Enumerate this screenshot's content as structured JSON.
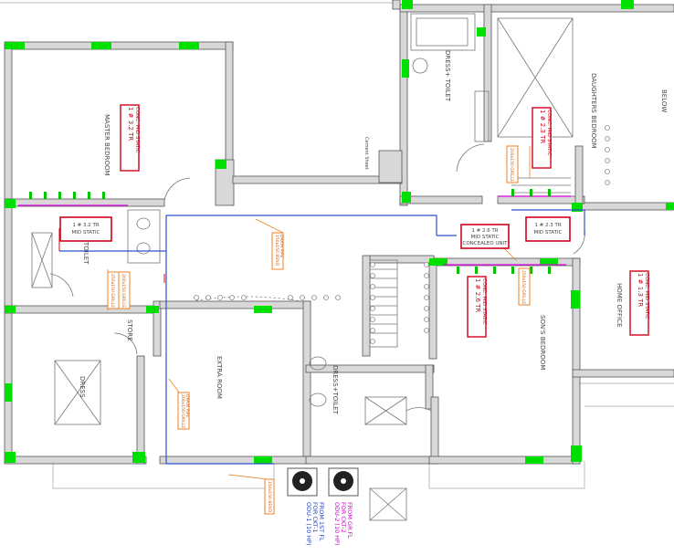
{
  "rooms": {
    "master_bedroom": "MASTER BEDROOM",
    "daughters_bedroom": "DAUGHTERS BEDROOM",
    "below": "BELOW",
    "dress_toilet_top": "DRESS+ TOILET",
    "toilet": "TOILET",
    "store": "STORE",
    "dress": "DRESS",
    "extra_room": "EXTRA ROOM",
    "dress_toilet_mid": "DRESS+TOILET",
    "sons_bedroom": "SON'S BEDROOM",
    "home_office": "HOME OFFICE",
    "cement_sheet": "Cement Sheet"
  },
  "units": {
    "master": {
      "line1": "1 # 3.2 TR",
      "line2": "CONC. MID STATIC"
    },
    "daughter": {
      "line1": "1 # 2.3 TR",
      "line2": "CONC. MID STATIC"
    },
    "son": {
      "line1": "1 # 2.6 TR",
      "line2": "CONC. MID STATIC"
    },
    "home_office": {
      "line1": "1 # 1.3 TR",
      "line2": "CONC. MID STATIC"
    },
    "indoor_left": {
      "line1": "1 # 3.2 TR",
      "line2": "MID STATIC"
    },
    "indoor_mid": {
      "line1": "1 # 2.6 TR",
      "line2": "MID STATIC",
      "line3": "CONCEALED UNIT"
    },
    "indoor_right": {
      "line1": "1 # 2.3 TR",
      "line2": "MID STATIC"
    }
  },
  "outdoor": {
    "odu1": {
      "line1": "ODU-1 (10 HP)",
      "line2": "FOR CKT-1",
      "line3": "FROM 1ST FL"
    },
    "odu2": {
      "line1": "ODU-2 (10 HP)",
      "line2": "FOR CKT-2",
      "line3": "FROM GR.FL"
    }
  },
  "tags": {
    "pipe_a": "150x150 BEND",
    "pipe_b": "DRAIN PIPE",
    "pipe_c": "200x150 GRILLE",
    "pipe_d": "250x150 GRILLE"
  },
  "colors": {
    "wall": "#a8a8a8",
    "column": "#00e000",
    "refrigerant": "#3050d0",
    "duct_red": "#e00020",
    "duct_orange": "#f08020",
    "magenta": "#e000e0"
  }
}
